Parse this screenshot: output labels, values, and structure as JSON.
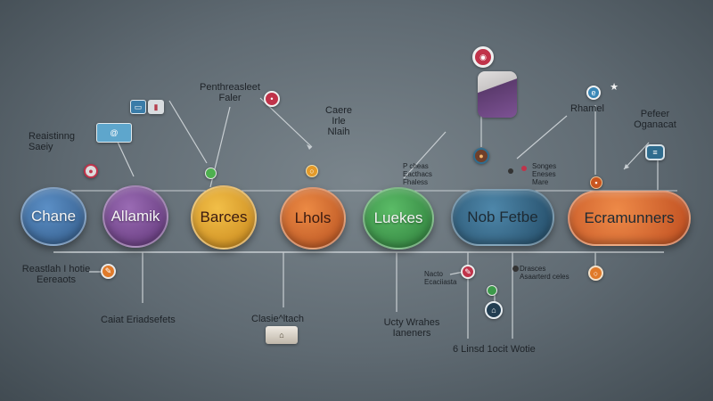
{
  "diagram": {
    "nodes": [
      {
        "id": "chane",
        "label": "Chane",
        "color": "#3e6fa6"
      },
      {
        "id": "allamik",
        "label": "Allamik",
        "color": "#7b4a96"
      },
      {
        "id": "barces",
        "label": "Barces",
        "color": "#e0a021"
      },
      {
        "id": "lhols",
        "label": "Lhols",
        "color": "#d8662a"
      },
      {
        "id": "luekes",
        "label": "Luekes",
        "color": "#3c9a4b"
      },
      {
        "id": "nob",
        "label": "Nob Fetbe",
        "color": "#2d5c7c"
      },
      {
        "id": "ecram",
        "label": "Ecramunners",
        "color": "#d8642c"
      }
    ],
    "labels": {
      "reaistinng": "Reaistinng\nSaeiy",
      "penthreeasleet": "Penthreasleet\nFaler",
      "caere": "Caere\nIrle\nNlaih",
      "pcheas": "P cheas\nEacthacs\nFhaless",
      "songes": "Songes\nEneses\nMare",
      "rhamel": "Rhamel",
      "pefeer": "Pefeer\nOganacat",
      "reastlah": "Reastlah I hotie\nEereaots",
      "caiat": "Caiat Eriadsefets",
      "clasiehach": "Clasie^ltach",
      "ucty": "Ucty Wrahes\nIaneners",
      "nacto": "Nacto\nEcaciiasta",
      "drasces": "Drasces\nAsaarterd celes",
      "linsd": "6 Linsd 1ocit Wotie"
    },
    "icons": [
      "monitor-icon",
      "chart-icon",
      "at-icon",
      "leaf-icon",
      "cooking-pot-icon",
      "badge-icon",
      "pin-icon",
      "info-icon",
      "star-icon",
      "edit-icon",
      "link-icon",
      "tag-icon",
      "pencil-icon",
      "chat-icon",
      "user-icon",
      "globe-icon",
      "document-icon"
    ]
  },
  "colors": {
    "line": "#c8ced2",
    "accent_red": "#c0334a",
    "accent_orange": "#e07a2a",
    "accent_green": "#3d9a4b",
    "accent_blue": "#2f6c8e"
  }
}
